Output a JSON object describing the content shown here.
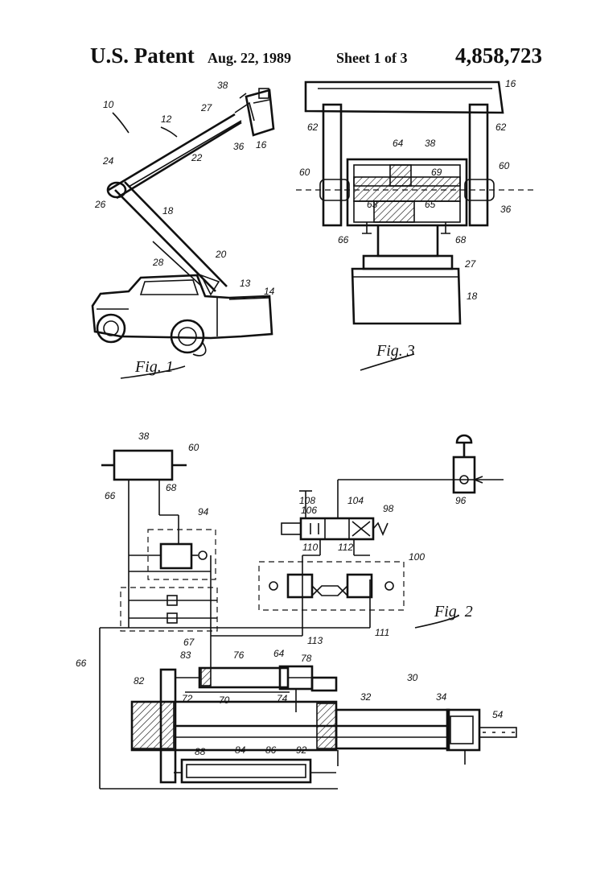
{
  "header": {
    "title": "U.S. Patent",
    "date": "Aug. 22, 1989",
    "sheet": "Sheet 1 of 3",
    "patent_number": "4,858,723"
  },
  "figures": {
    "fig1_caption": "Fig. 1",
    "fig2_caption": "Fig. 2",
    "fig3_caption": "Fig. 3"
  },
  "labels": {
    "fig1": [
      "10",
      "12",
      "38",
      "27",
      "16",
      "36",
      "22",
      "24",
      "26",
      "18",
      "28",
      "20",
      "13",
      "14"
    ],
    "fig3": [
      "16",
      "62",
      "62",
      "64",
      "38",
      "60",
      "60",
      "69",
      "63",
      "65",
      "36",
      "66",
      "68",
      "27",
      "18"
    ],
    "fig2": [
      "38",
      "60",
      "66",
      "68",
      "94",
      "108",
      "106",
      "104",
      "98",
      "96",
      "110",
      "112",
      "100",
      "111",
      "113",
      "67",
      "66",
      "83",
      "76",
      "64",
      "78",
      "82",
      "72",
      "70",
      "74",
      "30",
      "32",
      "34",
      "54",
      "88",
      "84",
      "86",
      "92"
    ]
  }
}
